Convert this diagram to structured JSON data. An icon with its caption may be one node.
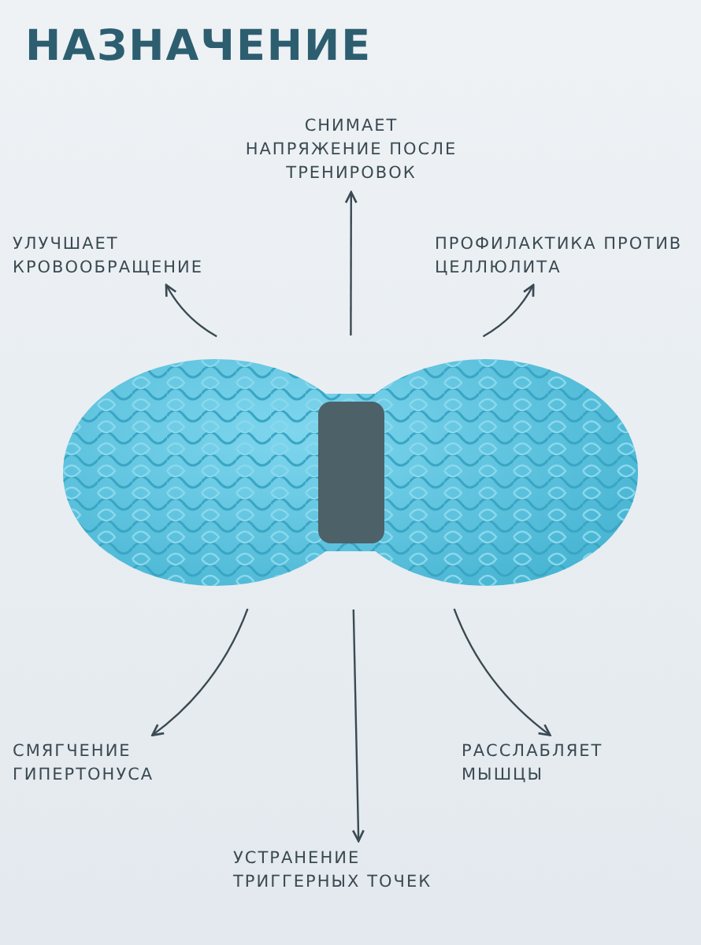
{
  "diagram": {
    "title": "НАЗНАЧЕНИЕ",
    "nodes": [
      {
        "text": [
          "СНИМАЕТ НАПРЯЖЕНИЕ ПОСЛЕ ТРЕНИРОВОК"
        ]
      },
      {
        "text": [
          "УЛУЧШАЕТ КРОВООБРАЩЕНИЕ"
        ]
      },
      {
        "text": [
          "ПРОФИЛАКТИКА ПРОТИВ ЦЕЛЛЮЛИТА"
        ]
      },
      {
        "text": [],
        "shape": "picture"
      },
      {
        "text": [
          "СМЯГЧЕНИЕ ГИПЕРТОНУСА"
        ]
      },
      {
        "text": [
          "РАССЛАБЛЯЕТ МЫШЦЫ"
        ]
      },
      {
        "text": [
          "УСТРАНЕНИЕ ТРИГГЕРНЫХ ТОЧЕК"
        ]
      }
    ],
    "edges": [
      {
        "from": 3,
        "to": 0,
        "arrow": "to"
      },
      {
        "from": 3,
        "to": 1,
        "arrow": "to"
      },
      {
        "from": 3,
        "to": 2,
        "arrow": "to"
      },
      {
        "from": 3,
        "to": 4,
        "arrow": "to"
      },
      {
        "from": 3,
        "to": 5,
        "arrow": "to"
      },
      {
        "from": 3,
        "to": 6,
        "arrow": "to"
      }
    ]
  }
}
